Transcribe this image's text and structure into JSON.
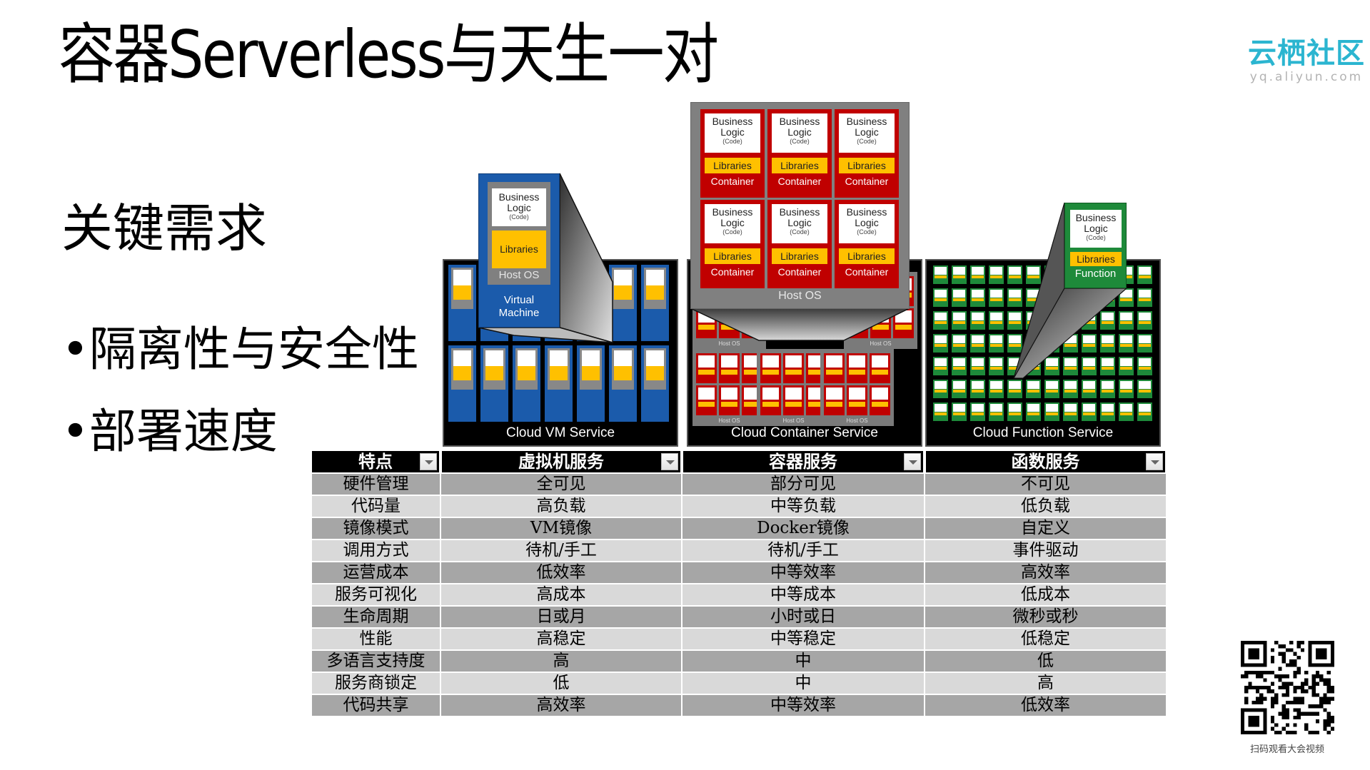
{
  "slide": {
    "title": "容器Serverless与天生一对",
    "subheading": "关键需求",
    "bullets": [
      "•隔离性与安全性",
      "•部署速度"
    ]
  },
  "logo": {
    "name": "云栖社区",
    "url_text": "yq.aliyun.com",
    "color": "#2bb5d0"
  },
  "diagram": {
    "vm": {
      "panel_label": "Cloud VM Service",
      "popout": {
        "business_logic": "Business",
        "logic": "Logic",
        "code": "(Code)",
        "libraries": "Libraries",
        "host_os": "Host OS",
        "label_line1": "Virtual",
        "label_line2": "Machine"
      },
      "color": "#1b5bab"
    },
    "container": {
      "panel_label": "Cloud Container Service",
      "popout": {
        "business_logic": "Business",
        "logic": "Logic",
        "code": "(Code)",
        "libraries": "Libraries",
        "container": "Container",
        "host_os": "Host OS"
      },
      "color": "#c00000"
    },
    "function": {
      "panel_label": "Cloud Function Service",
      "popout": {
        "business_logic": "Business",
        "logic": "Logic",
        "code": "(Code)",
        "libraries": "Libraries",
        "function": "Function"
      },
      "color": "#1e8a3a"
    }
  },
  "table": {
    "headers": [
      "特点",
      "虚拟机服务",
      "容器服务",
      "函数服务"
    ],
    "rows": [
      [
        "硬件管理",
        "全可见",
        "部分可见",
        "不可见"
      ],
      [
        "代码量",
        "高负载",
        "中等负载",
        "低负载"
      ],
      [
        "镜像模式",
        "VM镜像",
        "Docker镜像",
        "自定义"
      ],
      [
        "调用方式",
        "待机/手工",
        "待机/手工",
        "事件驱动"
      ],
      [
        "运营成本",
        "低效率",
        "中等效率",
        "高效率"
      ],
      [
        "服务可视化",
        "高成本",
        "中等成本",
        "低成本"
      ],
      [
        "生命周期",
        "日或月",
        "小时或日",
        "微秒或秒"
      ],
      [
        "性能",
        "高稳定",
        "中等稳定",
        "低稳定"
      ],
      [
        "多语言支持度",
        "高",
        "中",
        "低"
      ],
      [
        "服务商锁定",
        "低",
        "中",
        "高"
      ],
      [
        "代码共享",
        "高效率",
        "中等效率",
        "低效率"
      ]
    ]
  },
  "qr": {
    "caption": "扫码观看大会视频"
  }
}
